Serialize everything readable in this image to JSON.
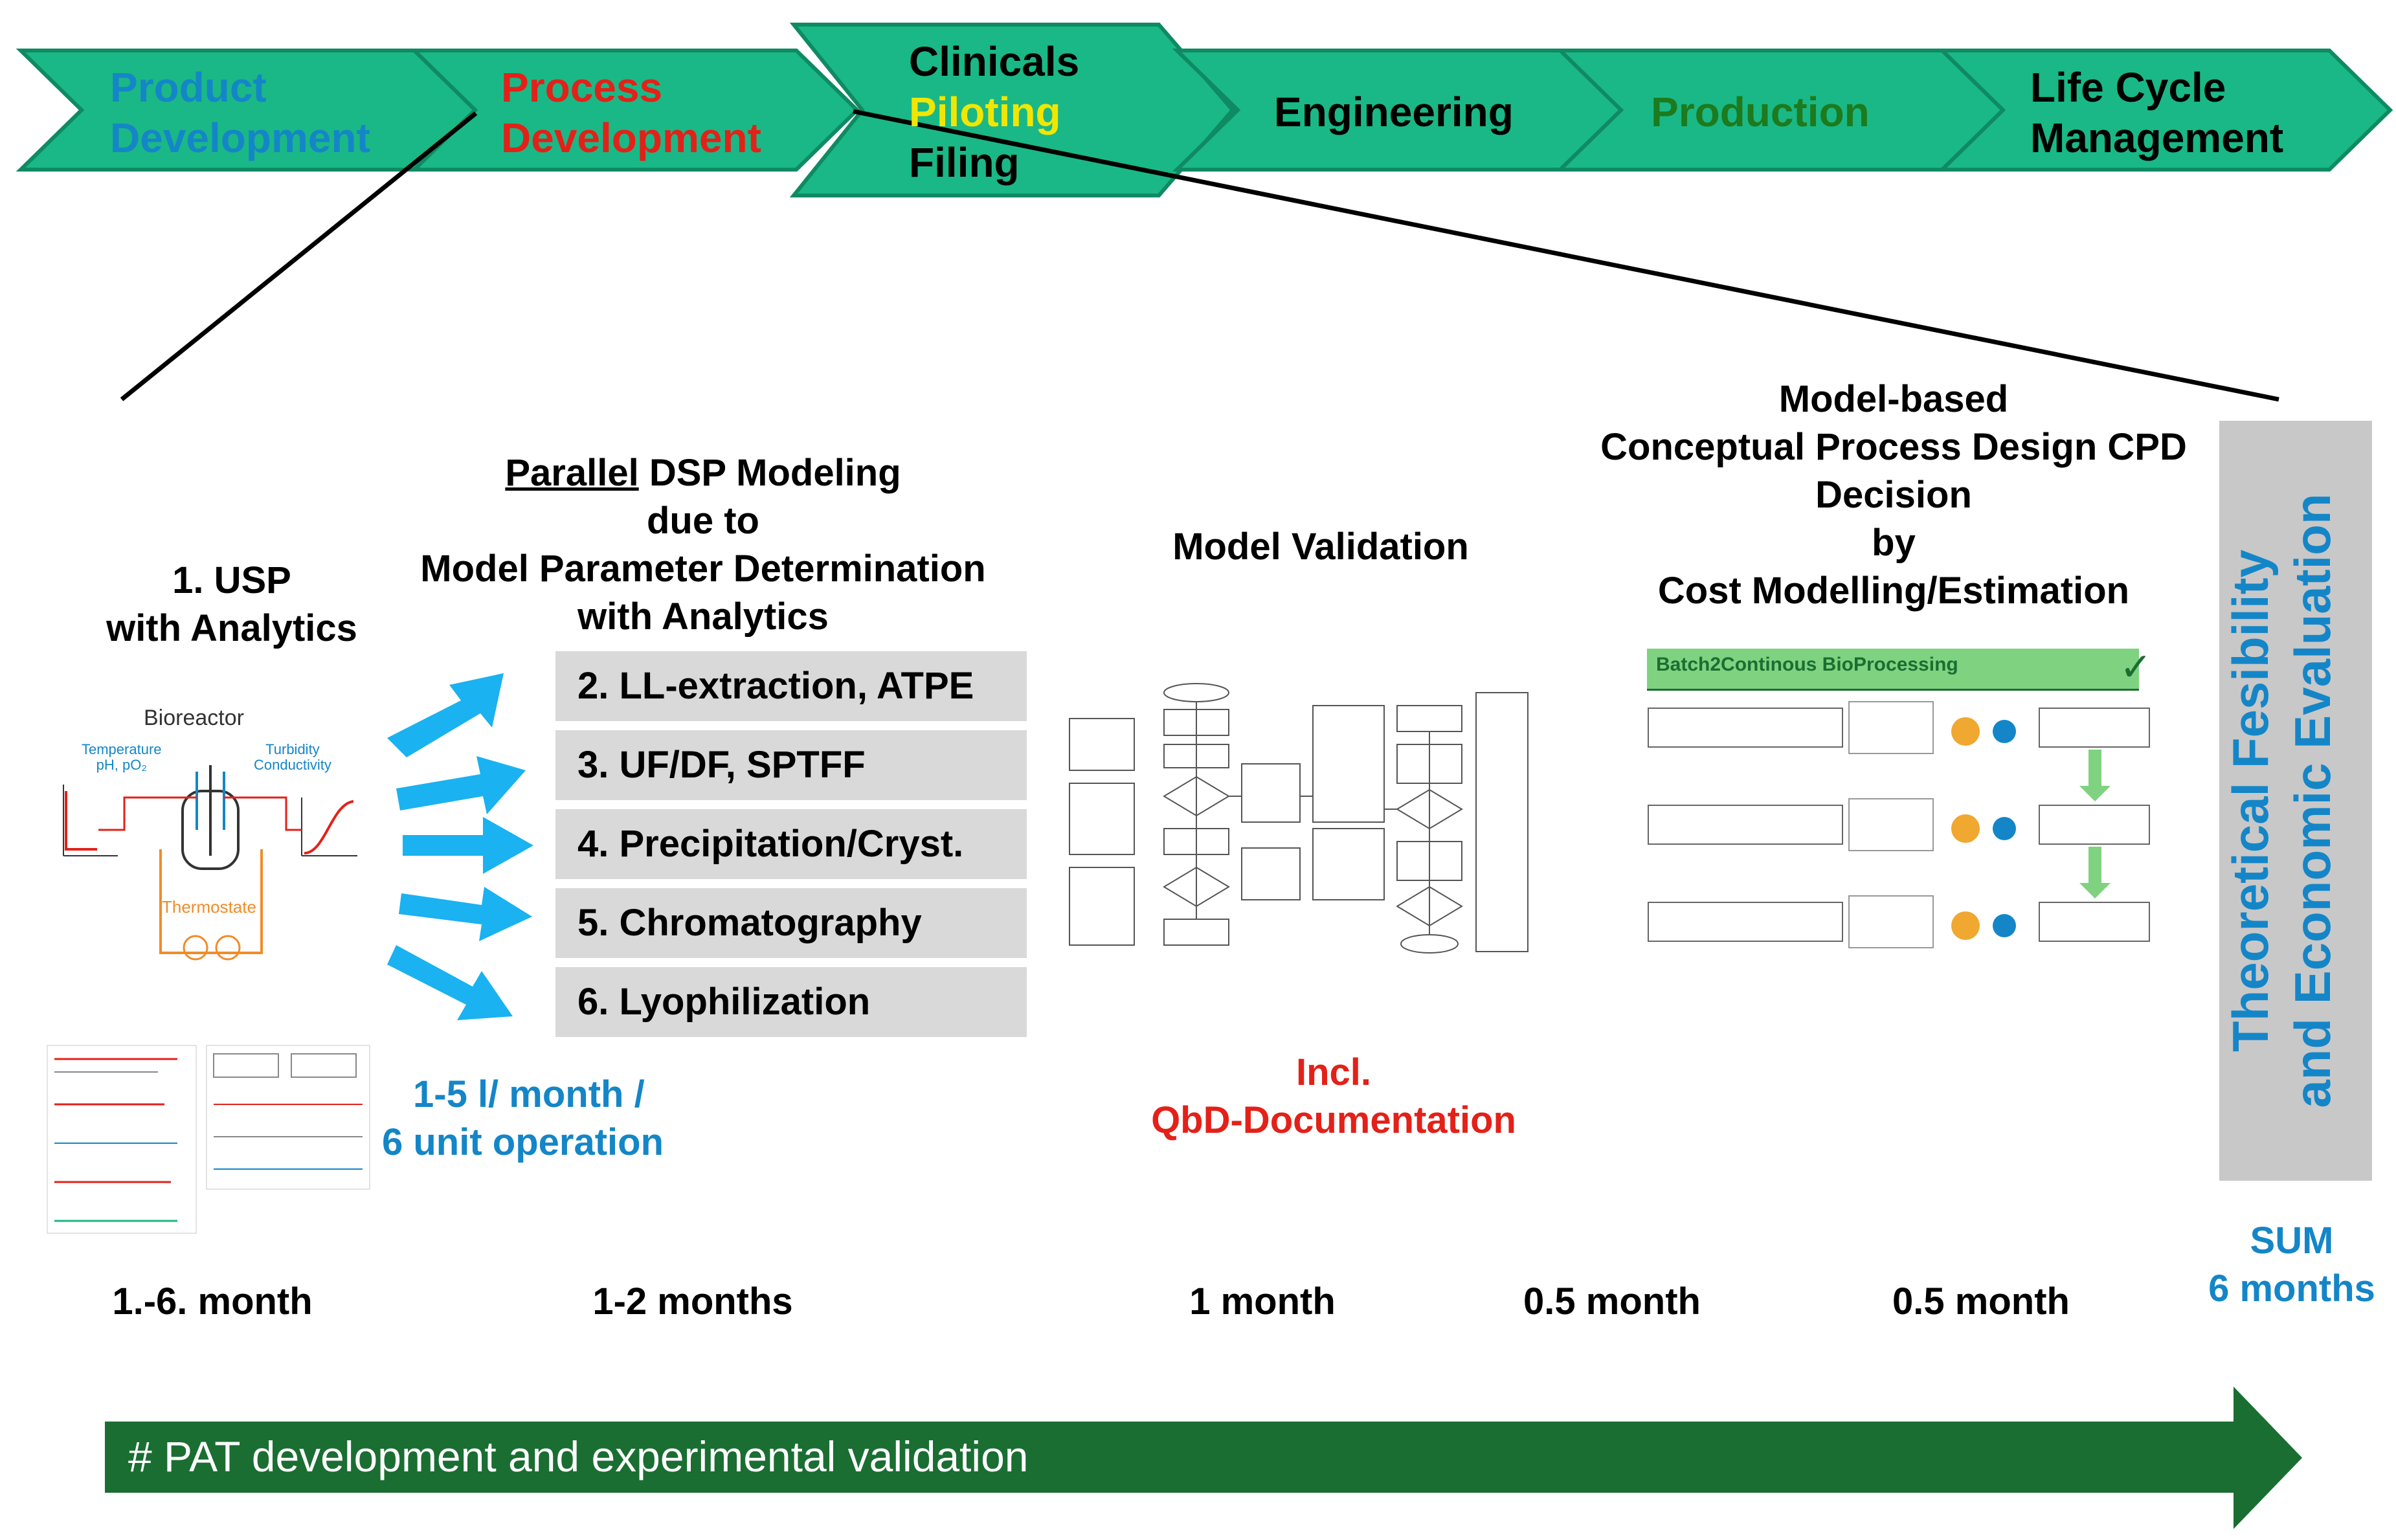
{
  "phases": [
    {
      "lines": [
        "Product",
        "Development"
      ],
      "colors": [
        "#1486c8",
        "#1486c8"
      ]
    },
    {
      "lines": [
        "Process",
        "Development"
      ],
      "colors": [
        "#e32119",
        "#e32119"
      ]
    },
    {
      "lines": [
        "Clinicals",
        "Piloting",
        "Filing"
      ],
      "colors": [
        "#000000",
        "#f2e600",
        "#000000"
      ]
    },
    {
      "lines": [
        "Engineering"
      ],
      "colors": [
        "#000000"
      ]
    },
    {
      "lines": [
        "Production"
      ],
      "colors": [
        "#1d7a1d"
      ]
    },
    {
      "lines": [
        "Life Cycle",
        "Management"
      ],
      "colors": [
        "#000000",
        "#000000"
      ]
    }
  ],
  "usp": {
    "line1": "1. USP",
    "line2": "with Analytics",
    "diagram_title": "Bioreactor",
    "label_left": "Temperature\npH, pO₂",
    "label_right": "Turbidity\nConductivity",
    "thermostat": "Thermostate"
  },
  "dsp": {
    "underlined": "Parallel",
    "line1_rest": " DSP Modeling",
    "line2": "due to",
    "line3": "Model Parameter Determination",
    "line4": "with Analytics"
  },
  "steps": [
    "2. LL-extraction, ATPE",
    "3. UF/DF, SPTFF",
    "4. Precipitation/Cryst.",
    "5. Chromatography",
    "6. Lyophilization"
  ],
  "throughput": {
    "line1": "1-5 l/ month /",
    "line2": "6 unit operation"
  },
  "validation": {
    "title": "Model Validation",
    "note1": "Incl.",
    "note2": "QbD-Documentation"
  },
  "cpd": {
    "line1": "Model-based",
    "line2": "Conceptual Process Design CPD",
    "line3": "Decision",
    "line4": "by",
    "line5": "Cost Modelling/Estimation",
    "panel_header": "Batch2Continous BioProcessing"
  },
  "side_label": {
    "line1": "Theoretical Fesibility",
    "line2": "and Economic Evaluation"
  },
  "sum": {
    "line1": "SUM",
    "line2": "6 months"
  },
  "durations": [
    "1.-6. month",
    "1-2 months",
    "1 month",
    "0.5 month",
    "0.5 month"
  ],
  "bottom_arrow": {
    "text": "# PAT development and experimental validation"
  },
  "colors": {
    "chevron": "#1ab886",
    "chevron_stroke": "#0f8a63",
    "arrow_blue": "#1ab2f0",
    "bottom_arrow": "#1a6e32",
    "blue_text": "#1486c8",
    "red_text": "#e32119",
    "step_box": "#d9d9d9",
    "side_box": "#c8c8c8"
  }
}
